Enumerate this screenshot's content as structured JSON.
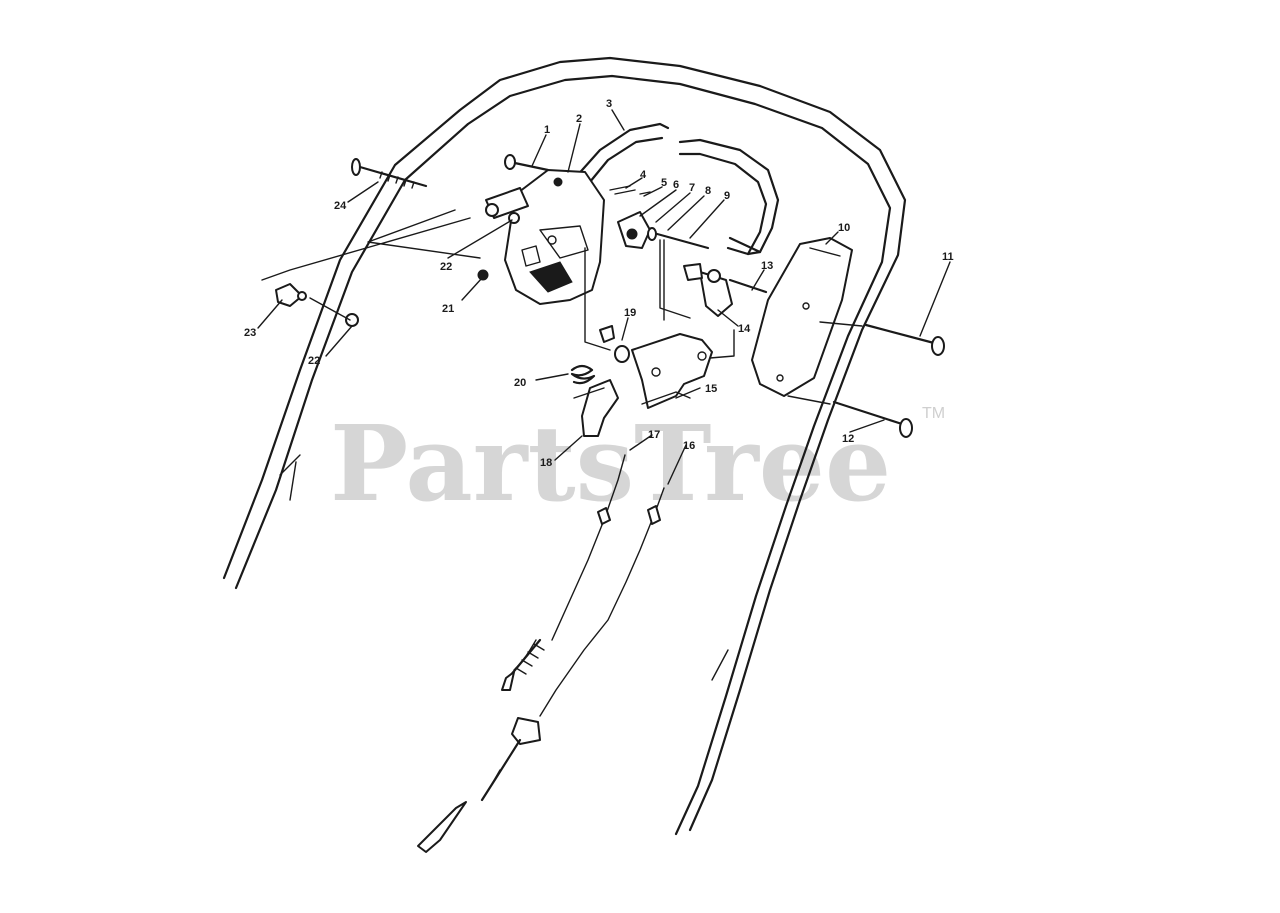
{
  "watermark": {
    "text": "PartsTree",
    "trademark": "TM"
  },
  "callouts": [
    {
      "n": "1"
    },
    {
      "n": "2"
    },
    {
      "n": "3"
    },
    {
      "n": "4"
    },
    {
      "n": "5"
    },
    {
      "n": "6"
    },
    {
      "n": "7"
    },
    {
      "n": "8"
    },
    {
      "n": "9"
    },
    {
      "n": "10"
    },
    {
      "n": "11"
    },
    {
      "n": "12"
    },
    {
      "n": "13"
    },
    {
      "n": "14"
    },
    {
      "n": "15"
    },
    {
      "n": "16"
    },
    {
      "n": "17"
    },
    {
      "n": "18"
    },
    {
      "n": "19"
    },
    {
      "n": "20"
    },
    {
      "n": "21"
    },
    {
      "n": "22"
    },
    {
      "n": "22"
    },
    {
      "n": "23"
    },
    {
      "n": "24"
    }
  ]
}
